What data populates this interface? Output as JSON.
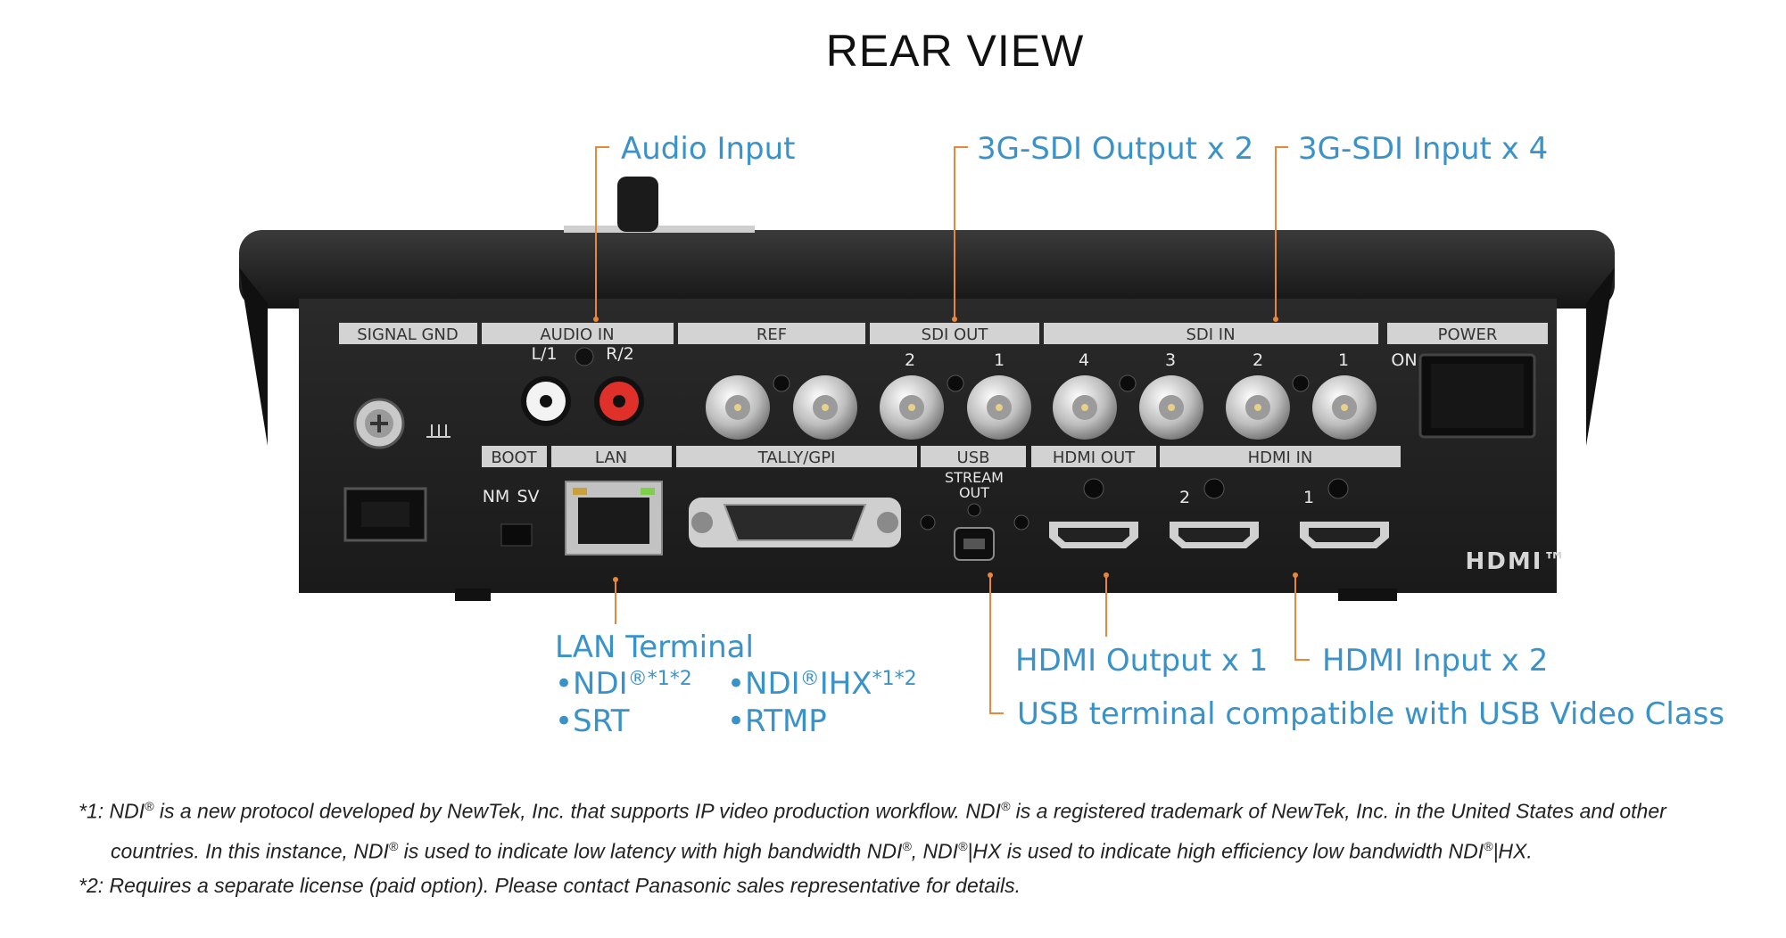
{
  "title": "REAR VIEW",
  "callouts": {
    "audio_input": "Audio Input",
    "sdi_output": "3G-SDI Output x 2",
    "sdi_input": "3G-SDI Input x 4",
    "lan_terminal": "LAN Terminal",
    "lan_ndi": "•NDI",
    "lan_ndi_sup": "®*1*2",
    "lan_ndihx": "•NDI",
    "lan_ndihx_mid": "®",
    "lan_ndihx_tail": "IHX",
    "lan_ndihx_sup": "*1*2",
    "lan_srt": "•SRT",
    "lan_rtmp": "•RTMP",
    "hdmi_output": "HDMI Output x 1",
    "hdmi_input": "HDMI Input x 2",
    "usb_terminal": "USB terminal compatible with USB Video Class"
  },
  "panel": {
    "signal_gnd": "SIGNAL GND",
    "audio_in": "AUDIO IN",
    "audio_l": "L/1",
    "audio_r": "R/2",
    "ref": "REF",
    "sdi_out": "SDI OUT",
    "sdi_out_ports": [
      "2",
      "1"
    ],
    "sdi_in": "SDI IN",
    "sdi_in_ports": [
      "4",
      "3",
      "2",
      "1"
    ],
    "power": "POWER",
    "power_on": "ON",
    "boot": "BOOT",
    "boot_nm": "NM",
    "boot_sv": "SV",
    "lan": "LAN",
    "tally_gpi": "TALLY/GPI",
    "usb": "USB",
    "stream": "STREAM",
    "out": "OUT",
    "hdmi_out": "HDMI OUT",
    "hdmi_in": "HDMI IN",
    "hdmi_in_ports": [
      "2",
      "1"
    ],
    "hdmi_logo": "HDMI™"
  },
  "footnotes": {
    "fn1_a": "*1: NDI",
    "fn1_b": " is a new protocol developed by NewTek, Inc. that supports IP video production workflow. NDI",
    "fn1_c": " is a registered trademark of NewTek, Inc. in the United States and other",
    "fn1_d": "countries. In this instance, NDI",
    "fn1_e": " is used to indicate low latency with high bandwidth NDI",
    "fn1_f": ", NDI",
    "fn1_g": "|HX is used to indicate high efficiency low bandwidth NDI",
    "fn1_h": "|HX.",
    "reg": "®",
    "fn2": "*2: Requires a separate license (paid option). Please contact Panasonic sales representative for details."
  },
  "colors": {
    "callout_text": "#3a93c8",
    "leader_line": "#e8873a",
    "device_body": "#1c1c1c",
    "panel_label_bar": "#e6e6e6"
  }
}
